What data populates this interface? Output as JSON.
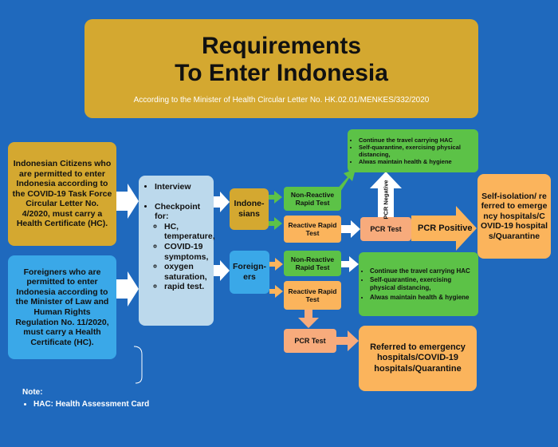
{
  "title": {
    "line1": "Requirements",
    "line2": "To Enter Indonesia",
    "subtitle": "According to the Minister of Health Circular Letter No. HK.02.01/MENKES/332/2020"
  },
  "citizens_box": "Indonesian Citizens who are permitted to enter Indonesia according to the COVID-19 Task Force Circular Letter No. 4/2020, must carry a Health Certificate (HC).",
  "foreigners_box": "Foreigners who are permitted to enter Indonesia according to the Minister of Law and Human Rights Regulation No. 11/2020, must carry a Health Certificate (HC).",
  "interview": {
    "item1": "Interview",
    "item2": "Checkpoint for:",
    "subitems": [
      "HC, temperature,",
      "COVID-19 symptoms,",
      "oxygen saturation,",
      "rapid test."
    ]
  },
  "indonesians_label": "Indone-sians",
  "foreigners_label": "Foreign-ers",
  "non_reactive_label": "Non-Reactive Rapid Test",
  "reactive_label": "Reactive Rapid Test",
  "pcr_test_label": "PCR Test",
  "pcr_negative_label": "PCR Negative",
  "pcr_positive_label": "PCR Positive",
  "top_green": [
    "Continue the travel carrying HAC",
    "Self-quarantine, exercising physical distancing,",
    "Alwas maintain health & hygiene"
  ],
  "mid_green": [
    "Continue the travel carrying HAC",
    "Self-quarantine, exercising physical distancing,",
    "Alwas maintain health & hygiene"
  ],
  "self_isolation_box": "Self-isolation/ referred to emergency hospitals/COVID-19 hospitals/Quarantine",
  "referred_box": "Referred to emergency hospitals/COVID-19 hospitals/Quarantine",
  "note": {
    "title": "Note:",
    "item": "HAC: Health Assessment Card"
  },
  "colors": {
    "background": "#1f69bd",
    "gold": "#d4a830",
    "light_blue": "#3aa8e8",
    "pale_blue": "#bcd9ec",
    "green": "#5cc247",
    "orange": "#fbb45c",
    "salmon": "#f7ab7c"
  }
}
